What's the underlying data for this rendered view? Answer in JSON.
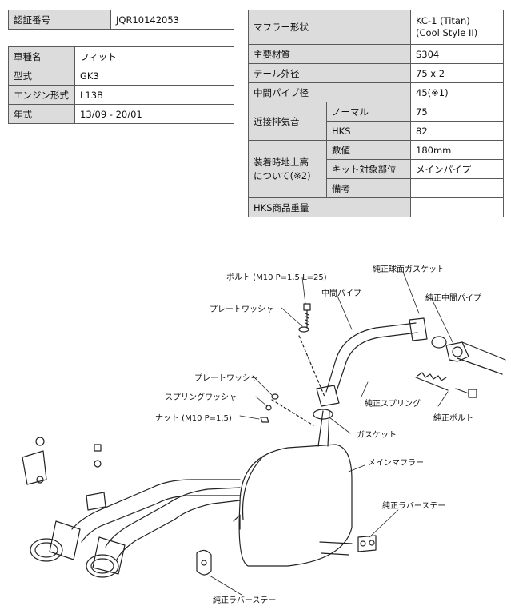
{
  "cert": {
    "label": "認証番号",
    "value": "JQR10142053"
  },
  "vehicle": [
    {
      "label": "車種名",
      "value": "フィット"
    },
    {
      "label": "型式",
      "value": "GK3"
    },
    {
      "label": "エンジン形式",
      "value": "L13B"
    },
    {
      "label": "年式",
      "value": "13/09 - 20/01"
    }
  ],
  "spec": {
    "muffler_type": {
      "label": "マフラー形状",
      "value_line1": "KC-1 (Titan)",
      "value_line2": "(Cool Style II)"
    },
    "material": {
      "label": "主要材質",
      "value": "S304"
    },
    "tail_diameter": {
      "label": "テール外径",
      "value": "75 x 2"
    },
    "pipe_diameter": {
      "label": "中間パイプ径",
      "value": "45(※1)"
    },
    "noise": {
      "label": "近接排気音",
      "normal": {
        "label": "ノーマル",
        "value": "75"
      },
      "hks": {
        "label": "HKS",
        "value": "82"
      }
    },
    "clearance": {
      "label_line1": "装着時地上高",
      "label_line2": "について(※2)",
      "value": {
        "label": "数値",
        "value": "180mm"
      },
      "part": {
        "label": "キット対象部位",
        "value": "メインパイプ"
      },
      "note": {
        "label": "備考",
        "value": ""
      }
    },
    "weight": {
      "label": "HKS商品重量",
      "value": ""
    }
  },
  "diagram": {
    "bolt": "ボルト (M10 P=1.5 L=25)",
    "plate_washer_1": "プレートワッシャ",
    "plate_washer_2": "プレートワッシャ",
    "spring_washer": "スプリングワッシャ",
    "nut": "ナット (M10 P=1.5)",
    "mid_pipe": "中間パイプ",
    "oem_ball_gasket": "純正球面ガスケット",
    "oem_mid_pipe": "純正中間パイプ",
    "oem_spring": "純正スプリング",
    "oem_bolt": "純正ボルト",
    "gasket": "ガスケット",
    "main_muffler": "メインマフラー",
    "oem_rubber_stay_1": "純正ラバーステー",
    "oem_rubber_stay_2": "純正ラバーステー"
  }
}
